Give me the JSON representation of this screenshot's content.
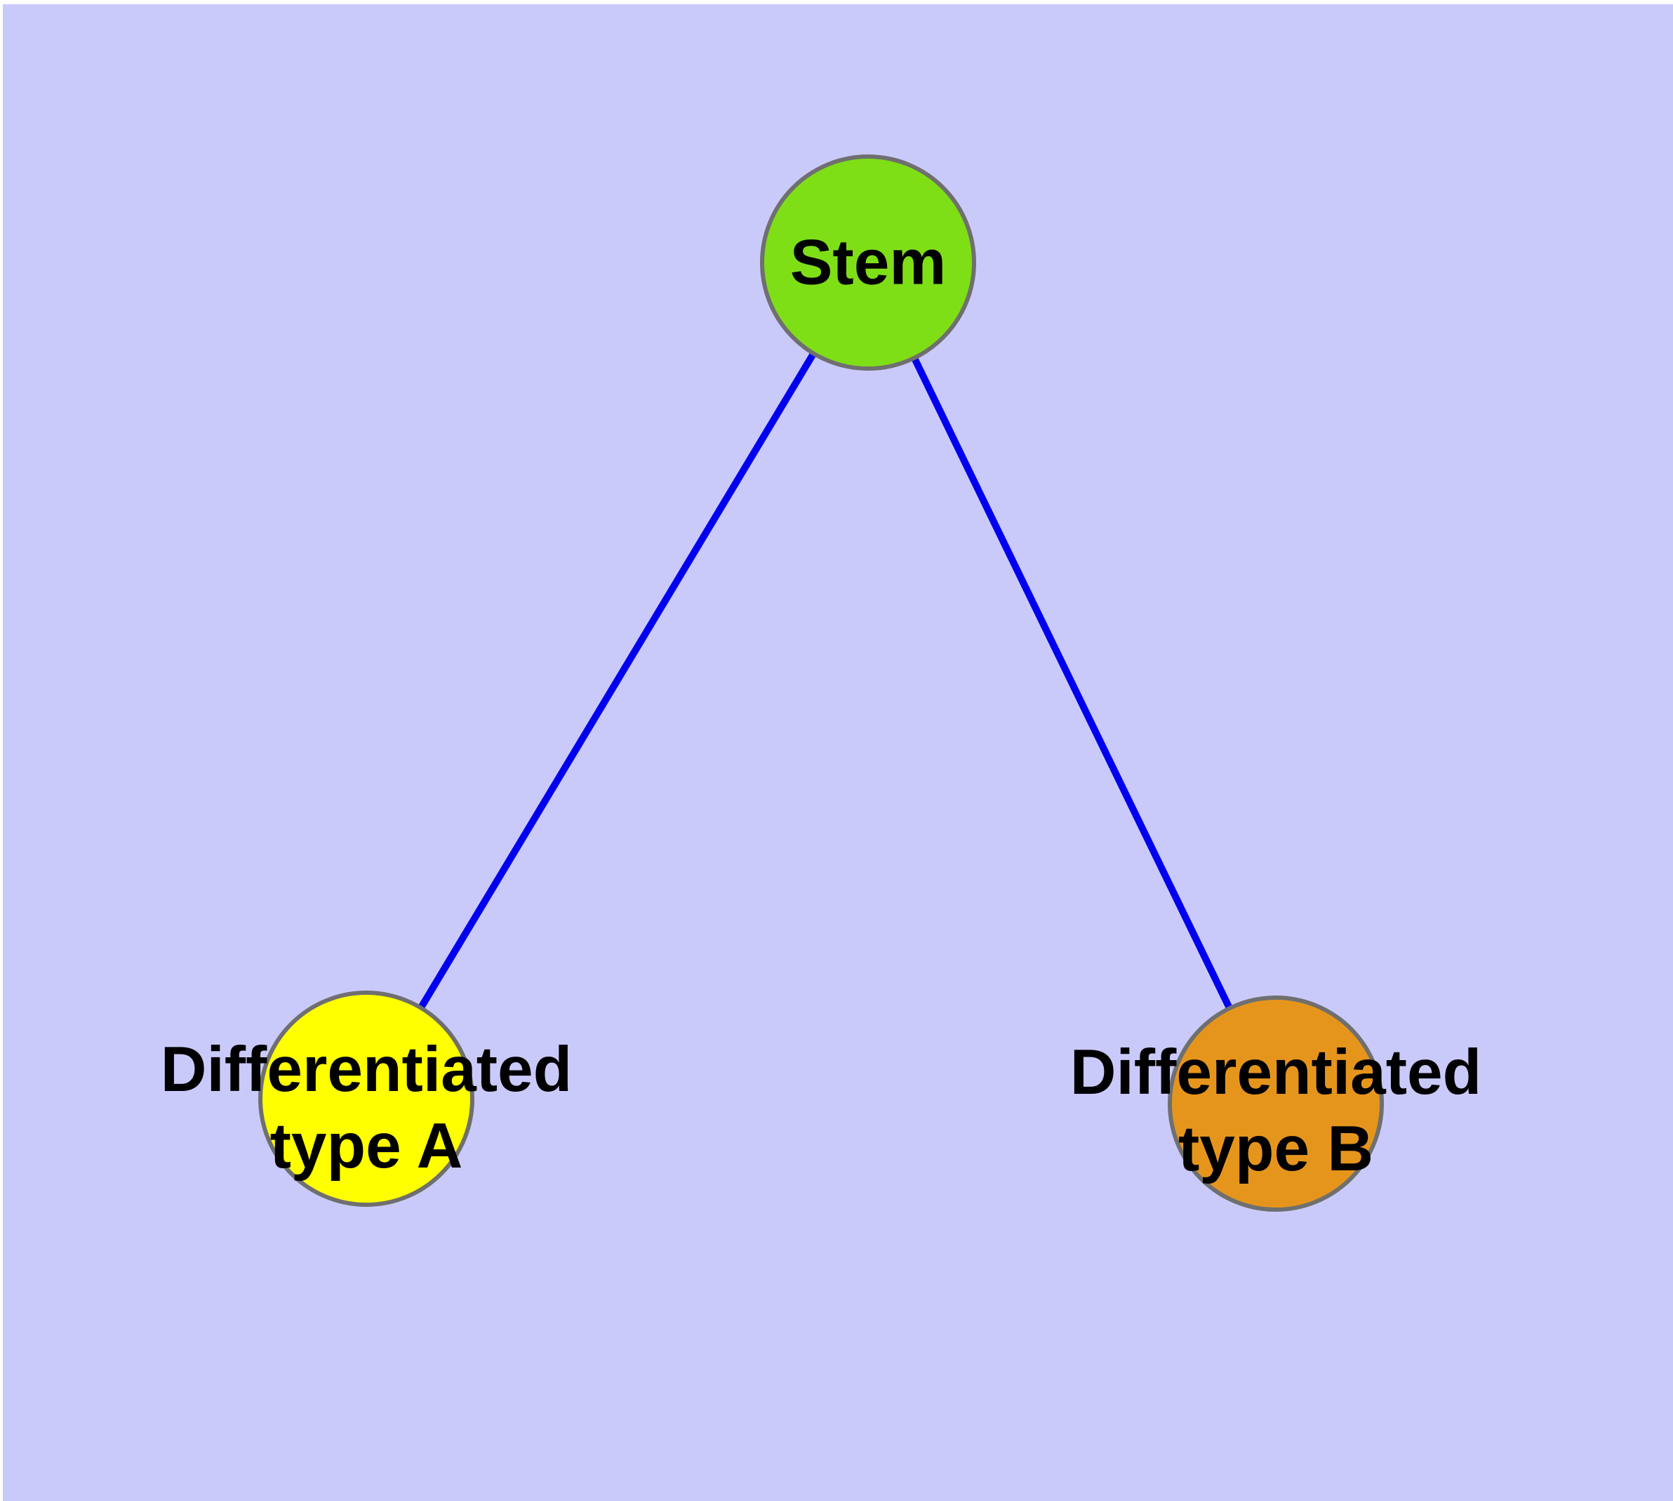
{
  "diagram": {
    "title": "",
    "type_hint": "node-link graph, cell differentiation hierarchy"
  },
  "colors": {
    "background": "#cacafa",
    "frame": "#ffffff",
    "edge": "#0000ee",
    "node_border": "#6f6f6f",
    "label_text": "#000000"
  },
  "nodes": {
    "stem": {
      "label": "Stem",
      "fill": "#7fdf16"
    },
    "type_a": {
      "label": "Differentiated\ntype A",
      "fill": "#ffff00"
    },
    "type_b": {
      "label": "Differentiated\ntype B",
      "fill": "#e6951c"
    }
  },
  "edges": [
    {
      "from": "Stem",
      "to": "Differentiated type A"
    },
    {
      "from": "Stem",
      "to": "Differentiated type B"
    }
  ]
}
